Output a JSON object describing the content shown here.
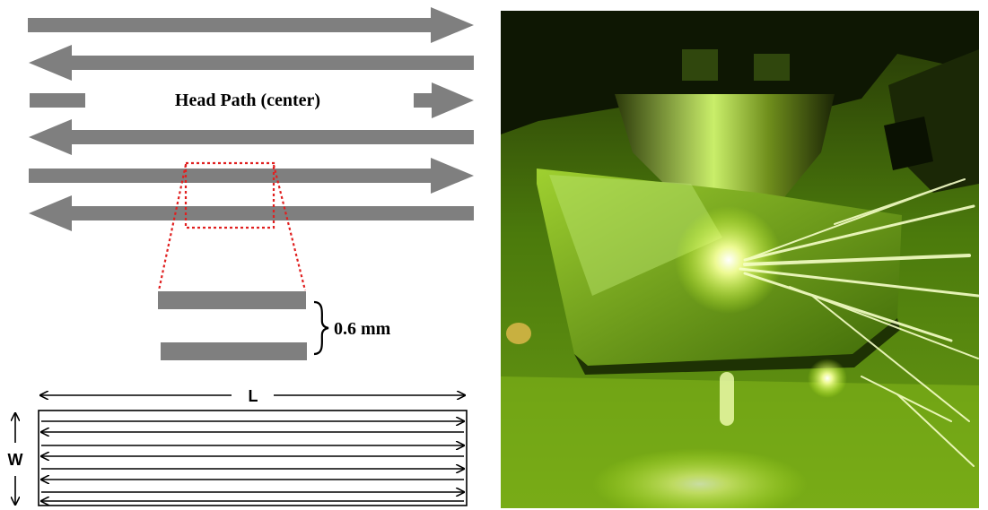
{
  "diagram": {
    "head_path_label": "Head Path (center)",
    "spacing_label": "0.6 mm",
    "length_label": "L",
    "width_label": "W",
    "path_color": "#7f7f7f",
    "zoom_box_color": "#e02020",
    "photo": {
      "subject": "laser-additive-manufacturing-photo",
      "colors": {
        "glow": "#d8ff3a",
        "dark": "#0b1400",
        "base": "#6e9a12"
      }
    }
  }
}
